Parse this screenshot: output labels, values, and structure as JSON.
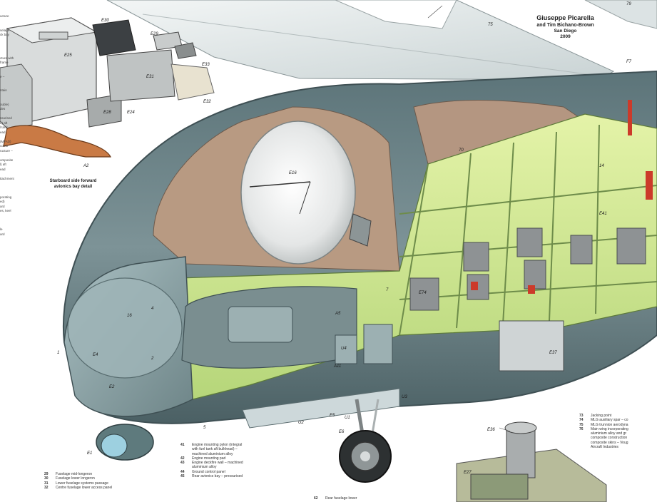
{
  "credit": {
    "author": "Giuseppe Picarella",
    "coauthor": "and Tim Bichano-Brown",
    "location": "San Diego",
    "year": "2009"
  },
  "detail_caption": {
    "line1": "Starboard side forward",
    "line2": "avionics bay detail"
  },
  "callouts": [
    "E30",
    "E25",
    "E33",
    "E28",
    "E31",
    "E32",
    "E24",
    "E29",
    "A2",
    "E16",
    "E4",
    "E2",
    "E1",
    "E5",
    "E6",
    "U1",
    "U2",
    "U3",
    "U4",
    "A11",
    "A5",
    "E74",
    "E37",
    "E36",
    "E27",
    "F7",
    "70",
    "75",
    "14",
    "16",
    "4",
    "2",
    "5",
    "7",
    "1",
    "E41",
    "79"
  ],
  "key_left": [
    {
      "num": "29",
      "text": "Fuselage mid-longeron"
    },
    {
      "num": "30",
      "text": "Fuselage lower longeron"
    },
    {
      "num": "31",
      "text": "Lower fuselage systems passage"
    },
    {
      "num": "32",
      "text": "Centre fuselage lower access panel"
    }
  ],
  "key_mid": [
    {
      "num": "41",
      "text": "Engine mounting pylon (integral"
    },
    {
      "num": "",
      "text": "with fuel tank aft bulkhead) –"
    },
    {
      "num": "",
      "text": "machined aluminium alloy"
    },
    {
      "num": "42",
      "text": "Engine mounting pad"
    },
    {
      "num": "43",
      "text": "Engine deckfire wall – machined"
    },
    {
      "num": "",
      "text": "aluminium alloy"
    },
    {
      "num": "44",
      "text": "Ground control panel"
    },
    {
      "num": "45",
      "text": "Rear avionics bay – pressurised"
    }
  ],
  "key_mid2": [
    {
      "num": "62",
      "text": "Rear fuselage lower"
    }
  ],
  "key_right": [
    {
      "num": "73",
      "text": "Jacking point"
    },
    {
      "num": "74",
      "text": "MLG auxiliary spar – co"
    },
    {
      "num": "75",
      "text": "MLG trunnion aerodyna"
    },
    {
      "num": "76",
      "text": "Main wing incorporating"
    },
    {
      "num": "",
      "text": "aluminium alloy and gr"
    },
    {
      "num": "",
      "text": "composite construction"
    },
    {
      "num": "",
      "text": "composite skins – Voug"
    },
    {
      "num": "",
      "text": "Aircraft Industries"
    }
  ],
  "left_fragments": [
    "ucture",
    "",
    "",
    "selage",
    "ck bay",
    "",
    "",
    "",
    "",
    "cture with",
    "frame",
    "–",
    "",
    "e –",
    "",
    "",
    "ntain",
    "",
    "",
    "ouble)",
    "des",
    "",
    "ssurised",
    "e) aft",
    "l tank",
    "ead",
    "",
    "(MFAD)",
    "comb",
    "ructure –",
    "",
    "omposite",
    "l) aft",
    "ead",
    "",
    "ttachment",
    "",
    "",
    "",
    "porating",
    "ed)",
    "ard",
    "es, keel",
    "",
    "",
    "",
    "le",
    "ard",
    ""
  ]
}
